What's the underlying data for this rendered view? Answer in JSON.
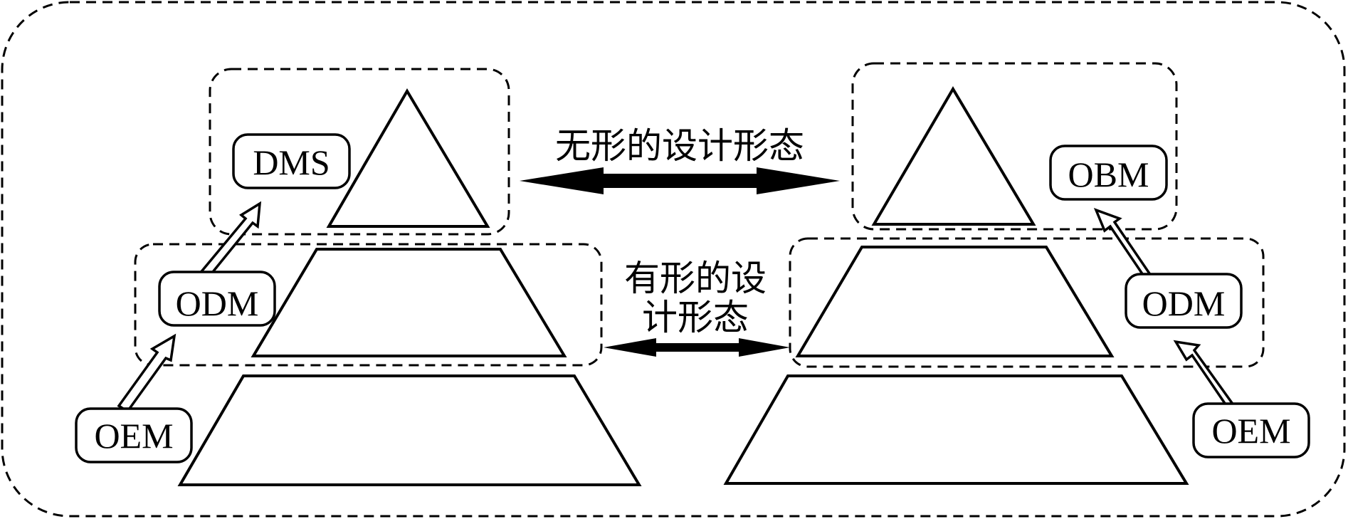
{
  "labels": {
    "left_top": "DMS",
    "left_middle": "ODM",
    "left_bottom": "OEM",
    "right_top": "OBM",
    "right_middle": "ODM",
    "right_bottom": "OEM"
  },
  "arrows": {
    "intangible": "无形的设计形态",
    "tangible_line1": "有形的设",
    "tangible_line2": "计形态"
  }
}
